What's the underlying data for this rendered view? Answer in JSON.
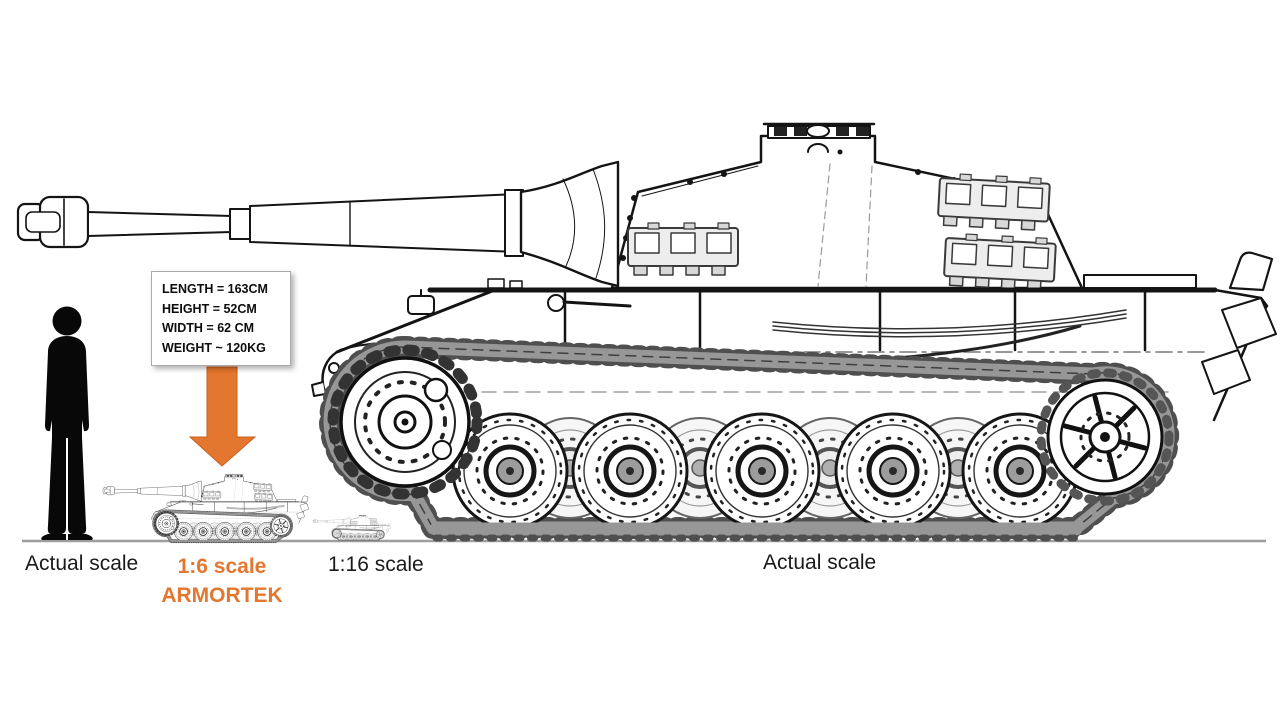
{
  "diagram": {
    "title_semantics": "Tank scale comparison diagram",
    "spec_box": {
      "line1": "LENGTH = 163CM",
      "line2": "HEIGHT = 52CM",
      "line3": "WIDTH = 62 CM",
      "line4": "WEIGHT ~ 120KG"
    },
    "labels": {
      "actual_scale_left": "Actual scale",
      "model_scale": "1:6 scale",
      "brand": "ARMORTEK",
      "small_scale": "1:16 scale",
      "actual_scale_right": "Actual scale"
    },
    "colors": {
      "accent_orange": "#E4772F",
      "ink": "#141414",
      "track_gray": "#979797",
      "ground_line": "#9E9E9E"
    }
  }
}
